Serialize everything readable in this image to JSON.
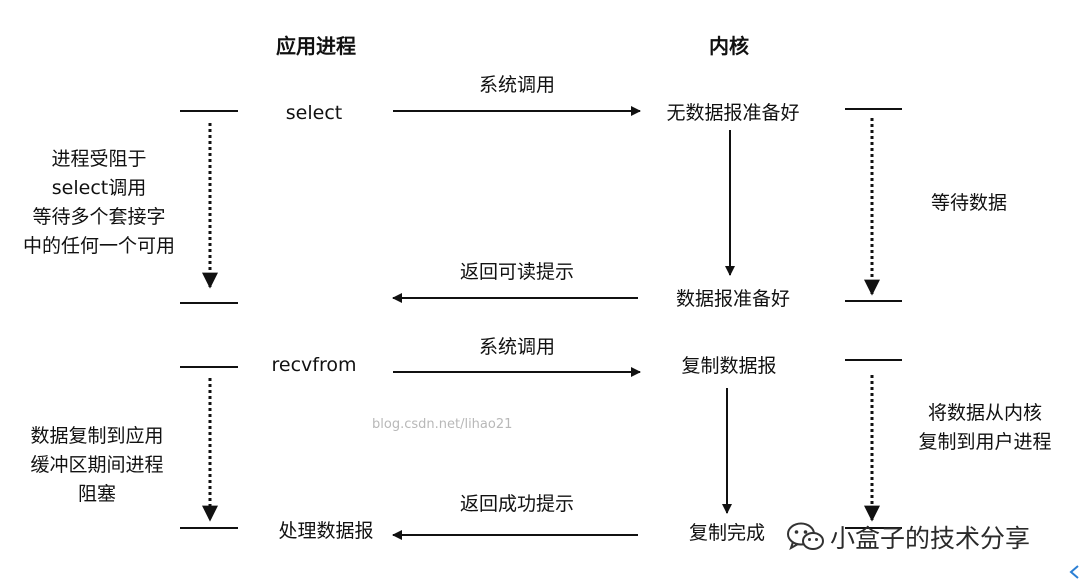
{
  "headers": {
    "process": "应用进程",
    "kernel": "内核"
  },
  "app": {
    "select": "select",
    "recvfrom": "recvfrom",
    "process_data": "处理数据报"
  },
  "messages": {
    "syscall_1": "系统调用",
    "return_readable": "返回可读提示",
    "syscall_2": "系统调用",
    "return_success": "返回成功提示"
  },
  "kernel": {
    "no_datagram": "无数据报准备好",
    "datagram_ready": "数据报准备好",
    "copy_datagram": "复制数据报",
    "copy_done": "复制完成"
  },
  "notes": {
    "blocked_select": [
      "进程受阻于",
      "select调用",
      "等待多个套接字",
      "中的任何一个可用"
    ],
    "wait_data": "等待数据",
    "copy_to_user": [
      "将数据从内核",
      "复制到用户进程"
    ],
    "copy_blocked": [
      "数据复制到应用",
      "缓冲区期间进程",
      "阻塞"
    ]
  },
  "watermark": "blog.csdn.net/lihao21",
  "brand": "小盒子的技术分享",
  "icons": {
    "logo": "wechat-logo-icon",
    "corner": "corner-arrow-icon"
  },
  "colors": {
    "line": "#111111",
    "watermark": "#b8b8b8",
    "accent": "#2b7fd4"
  }
}
